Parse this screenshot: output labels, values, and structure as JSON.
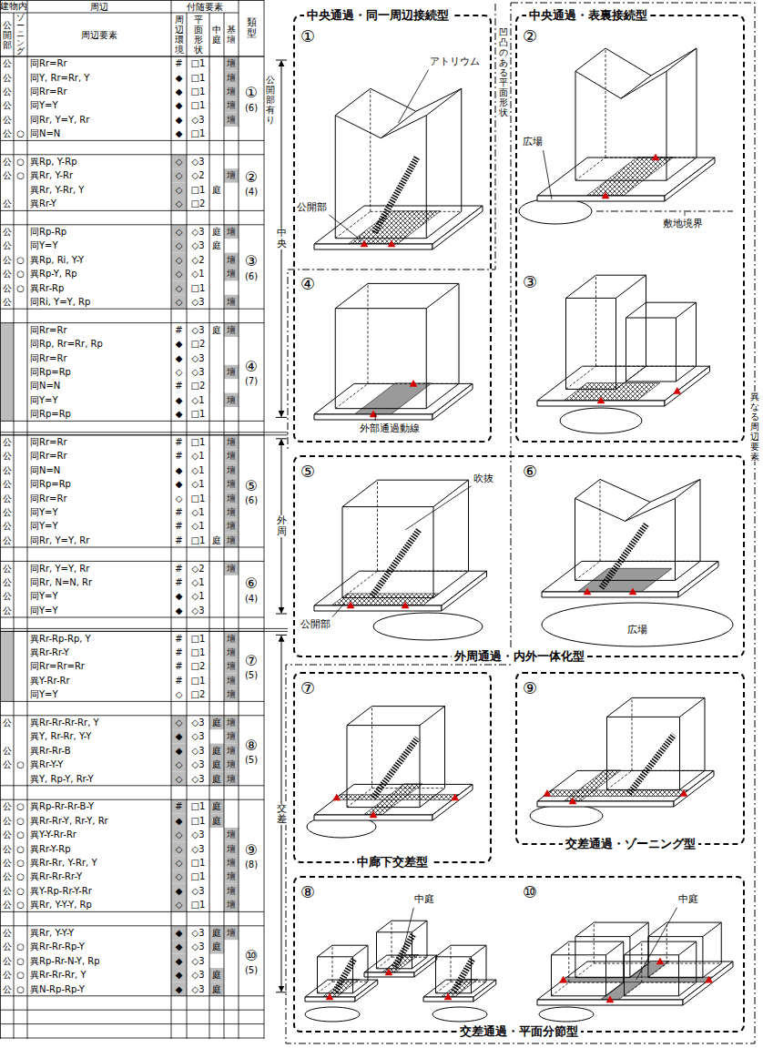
{
  "diagram": {
    "nodes": [
      {
        "text": [
          "中央通過・同一周辺接続型"
        ]
      },
      {
        "text": [
          "中央通過・表裏接続型"
        ]
      },
      {
        "text": [
          "外周通過・内外一体化型"
        ]
      },
      {
        "text": [
          "中廊下交差型"
        ]
      },
      {
        "text": [
          "交差通過・ゾーニング型"
        ]
      },
      {
        "text": [
          "交差通過・平面分節型"
        ]
      }
    ],
    "labels": [
      "建物内",
      "周辺",
      "付随要素",
      "公開部",
      "ゾーニング",
      "周辺要素",
      "周辺環境",
      "平面形状",
      "中庭",
      "基壇",
      "類型",
      "公",
      "同Rr=Rr",
      "#",
      "□1",
      "壇",
      "公",
      "同Y, Rr=Rr, Y",
      "◆",
      "□1",
      "壇",
      "公",
      "同Rr=Rr",
      "◆",
      "□1",
      "壇",
      "公",
      "同Y=Y",
      "◆",
      "□1",
      "壇",
      "公",
      "同Rr, Y=Y, Rr",
      "◆",
      "◇3",
      "壇",
      "公",
      "○",
      "同N=N",
      "◆",
      "□1",
      "①",
      "(6)",
      "公",
      "○",
      "異Rp, Y-Rp",
      "◇",
      "◇3",
      "公",
      "○",
      "異Rr, Y-Rr",
      "◇",
      "◇2",
      "壇",
      "異Rr, Y-Rr, Y",
      "◇",
      "□1",
      "庭",
      "公",
      "異Rr-Y",
      "◇",
      "□2",
      "②",
      "(4)",
      "公",
      "同Rp-Rp",
      "◇",
      "◇3",
      "庭",
      "壇",
      "公",
      "同Y=Y",
      "◇",
      "◇3",
      "庭",
      "公",
      "○",
      "異Rp, Ri, Y-Y",
      "◇",
      "◇2",
      "壇",
      "公",
      "○",
      "異Rp-Y, Rp",
      "◇",
      "◇1",
      "壇",
      "公",
      "○",
      "異Rr-Rp",
      "◇",
      "□1",
      "公",
      "同Ri, Y=Y, Rp",
      "◇",
      "◇3",
      "壇",
      "③",
      "(6)",
      "同Rr=Rr",
      "#",
      "◇3",
      "庭",
      "壇",
      "同Rp, Rr=Rr, Rp",
      "◆",
      "□2",
      "同Rr=Rr",
      "◆",
      "◇3",
      "同Rp=Rp",
      "◇",
      "◇3",
      "壇",
      "同N=N",
      "#",
      "□2",
      "同Y=Y",
      "◆",
      "◇1",
      "壇",
      "同Rp=Rp",
      "◆",
      "□1",
      "④",
      "(7)",
      "公",
      "同Rr=Rr",
      "#",
      "□1",
      "壇",
      "公",
      "同Rr=Rr",
      "#",
      "◇1",
      "壇",
      "公",
      "同N=N",
      "◆",
      "◇1",
      "壇",
      "公",
      "同Rp=Rp",
      "◆",
      "◇1",
      "壇",
      "公",
      "同Rr=Rr",
      "◇",
      "□1",
      "壇",
      "公",
      "同Y=Y",
      "#",
      "◇1",
      "壇",
      "公",
      "同Y=Y",
      "#",
      "◇1",
      "壇",
      "公",
      "同Rr, Y=Y, Rr",
      "#",
      "□1",
      "庭",
      "壇",
      "⑤",
      "(6)",
      "公",
      "同Rr, Y=Y, Rr",
      "#",
      "◇2",
      "壇",
      "公",
      "同Rr, N=N, Rr",
      "#",
      "◇1",
      "公",
      "同Y=Y",
      "◆",
      "◇1",
      "公",
      "同Y=Y",
      "◆",
      "◇3",
      "⑥",
      "(4)",
      "異Rr-Rp-Rp, Y",
      "#",
      "□1",
      "壇",
      "異Rr-Rr-Y",
      "#",
      "□1",
      "壇",
      "同Rr=Rr=Rr",
      "#",
      "□2",
      "壇",
      "異Y-Rr-Rr",
      "#",
      "□1",
      "壇",
      "同Y=Y",
      "◇",
      "□2",
      "壇",
      "⑦",
      "(5)",
      "公",
      "異Rr-Rr-Rr-Rr, Y",
      "◇",
      "◇3",
      "庭",
      "壇",
      "異Y, Rr-Rr, Y-Y",
      "◆",
      "◇3",
      "壇",
      "公",
      "異Rr-Rr-B",
      "◆",
      "◇3",
      "庭",
      "壇",
      "公",
      "○",
      "異Rr-Y-Y",
      "◇",
      "◇3",
      "庭",
      "壇",
      "異Y, Rp-Y, Rr-Y",
      "◇",
      "◇3",
      "庭",
      "壇",
      "⑧",
      "(5)",
      "公",
      "○",
      "異Rp-Rr-Rr-B-Y",
      "#",
      "□1",
      "庭",
      "公",
      "○",
      "異Rr-Rr-Y, Rr-Y, Rr",
      "◆",
      "□1",
      "庭",
      "公",
      "○",
      "異Y-Y-Rr-Rr",
      "◇",
      "◇3",
      "壇",
      "公",
      "○",
      "異Rr-Y-Rp",
      "◇",
      "◇3",
      "壇",
      "公",
      "○",
      "異Rr-Rr, Y-Rr, Y",
      "◇",
      "□1",
      "壇",
      "公",
      "○",
      "異Rr-Rr-Rr-Y",
      "◇",
      "□1",
      "壇",
      "公",
      "○",
      "異Y-Rp-Rr-Y-Rr",
      "◆",
      "◇3",
      "壇",
      "公",
      "○",
      "異Rr, Y-Y-Y, Rp",
      "◇",
      "□1",
      "壇",
      "⑨",
      "(8)",
      "公",
      "異Rr, Y-Y-Y",
      "◆",
      "◇3",
      "庭",
      "壇",
      "公",
      "○",
      "異Rr-Rr-Rp-Y",
      "◆",
      "◇3",
      "庭",
      "公",
      "○",
      "異Rp-Rr-N-Y, Rp",
      "◆",
      "◇3",
      "公",
      "○",
      "異Rr-Rr-Rr, Y",
      "◆",
      "◇3",
      "庭",
      "公",
      "○",
      "異N-Rp-Rp-Y",
      "◆",
      "◇3",
      "庭",
      "⑩",
      "(5)",
      "公開部有り",
      "中央",
      "外周",
      "交差",
      "凹凸のある平面形状",
      "異なる周辺要素",
      "①",
      "アトリウム",
      "公開部",
      "②",
      "広場",
      "敷地境界",
      "④",
      "外部通過動線",
      "③",
      "⑤",
      "吹抜",
      "公開部",
      "⑥",
      "広場",
      "⑦",
      "⑨",
      "⑧",
      "中庭",
      "⑩",
      "中庭"
    ]
  }
}
